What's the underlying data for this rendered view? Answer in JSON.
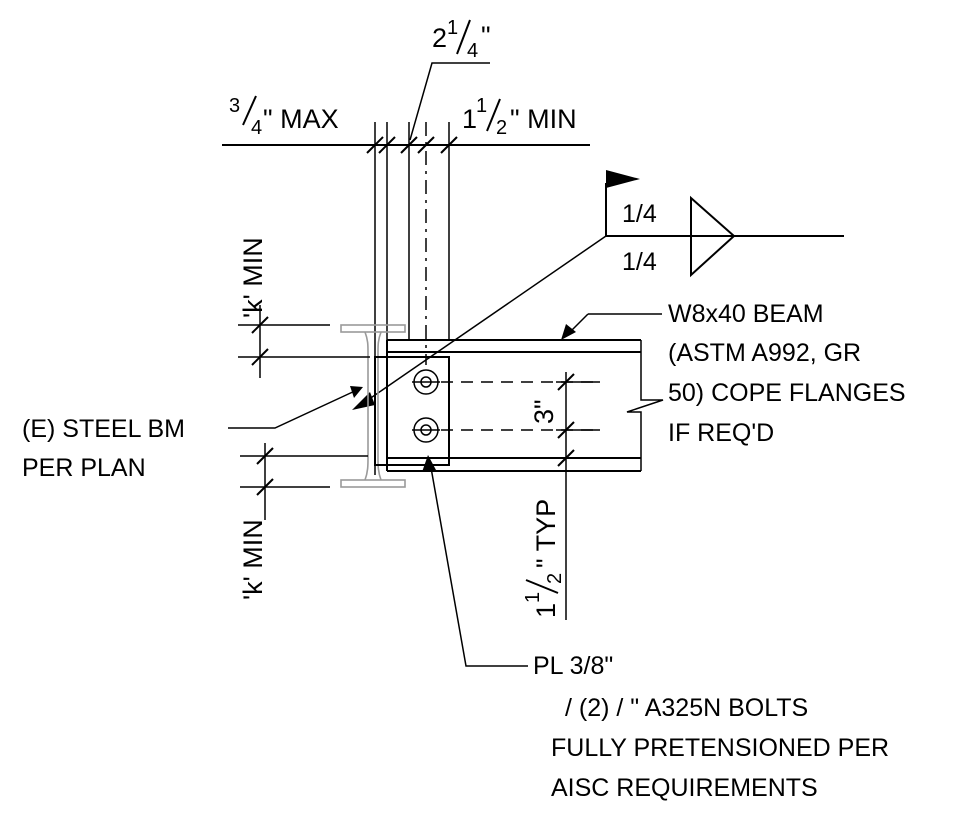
{
  "dimensions": {
    "plate_top_max": {
      "num": "3",
      "den": "4",
      "suffix": "\" MAX"
    },
    "plate_width": {
      "whole": "2",
      "num": "1",
      "den": "4",
      "suffix": "\""
    },
    "bolt_edge_min": {
      "whole": "1",
      "num": "1",
      "den": "2",
      "suffix": "\" MIN"
    },
    "k_min_top": "'k' MIN",
    "k_min_bottom": "'k' MIN",
    "bolt_spacing": "3\"",
    "bolt_edge_typ": {
      "whole": "1",
      "num": "1",
      "den": "2",
      "suffix": "\" TYP"
    }
  },
  "weld_symbol": {
    "top_size": "1/4",
    "bottom_size": "1/4"
  },
  "callouts": {
    "beam": [
      "W8x40 BEAM",
      "(ASTM A992, GR",
      "50) COPE FLANGES",
      "IF REQ'D"
    ],
    "existing_beam": [
      "(E) STEEL BM",
      "PER PLAN"
    ],
    "plate": "PL 3/8\"",
    "bolts": [
      "/ (2)  /  \"    A325N BOLTS",
      "FULLY PRETENSIONED PER",
      "AISC REQUIREMENTS"
    ]
  }
}
